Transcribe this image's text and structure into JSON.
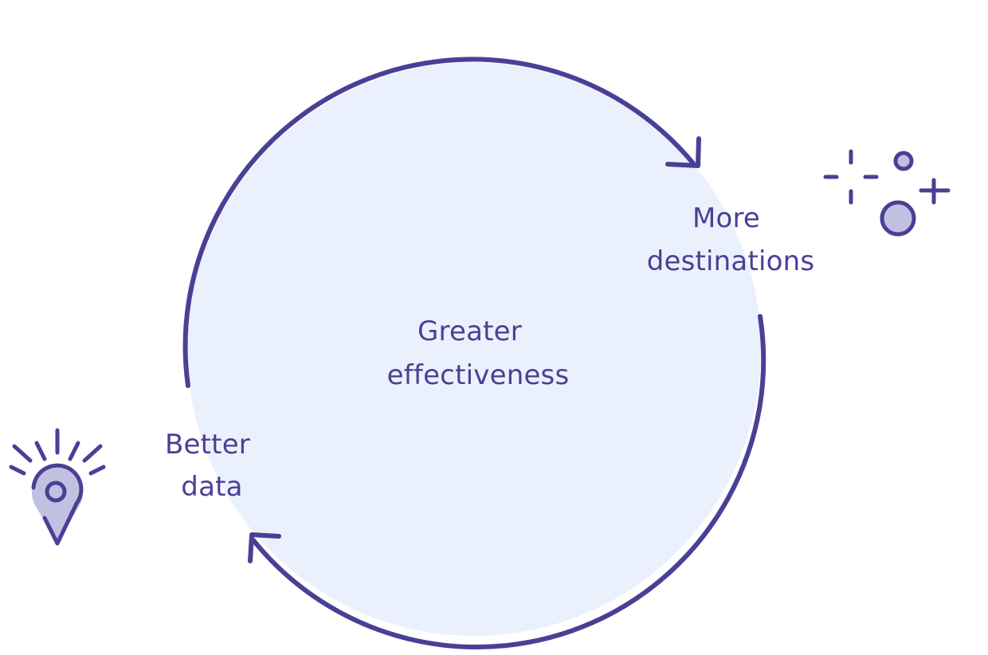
{
  "center": {
    "line1": "Greater",
    "line2": "effectiveness"
  },
  "nodes": {
    "more_destinations": {
      "line1": "More",
      "line2": "destinations"
    },
    "better_data": {
      "line1": "Better",
      "line2": "data"
    }
  },
  "icons": {
    "destinations": "sparkle-orbs-icon",
    "data": "location-pin-idea-icon"
  },
  "colors": {
    "background": "#ffffff",
    "circle_fill": "#eaf1fc",
    "stroke": "#4b3f95",
    "text": "#4b3f95",
    "icon_fill": "#c2c0e0"
  }
}
